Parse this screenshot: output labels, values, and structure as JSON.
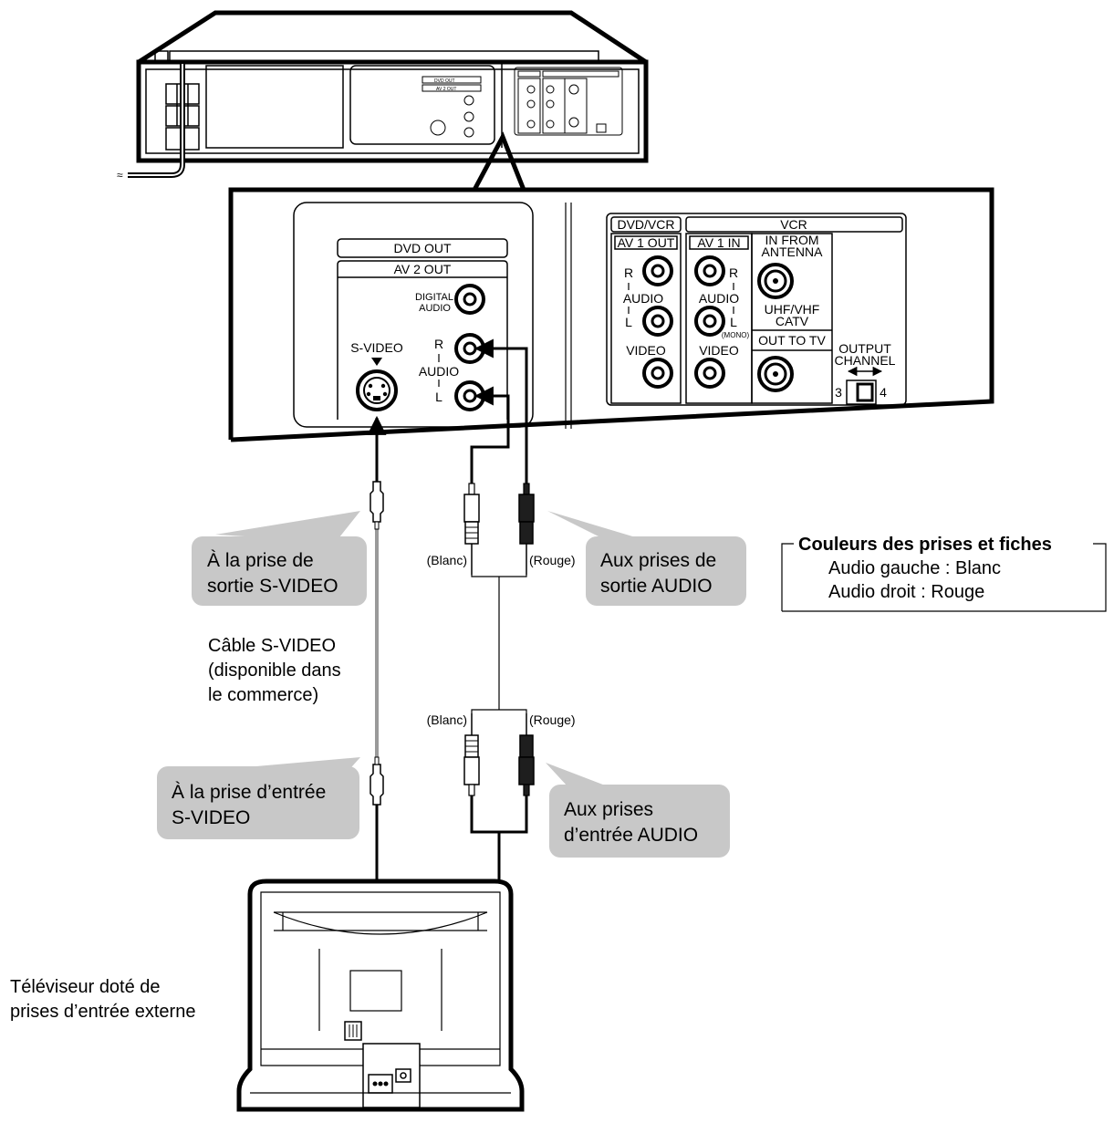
{
  "panel": {
    "dvd_out": "DVD OUT",
    "av2_out": "AV 2 OUT",
    "digital": "DIGITAL",
    "audio_word": "AUDIO",
    "s_video": "S-VIDEO",
    "r": "R",
    "l": "L",
    "dvd_vcr": "DVD/VCR",
    "vcr": "VCR",
    "av1_out": "AV 1 OUT",
    "av1_in": "AV 1 IN",
    "in_from": "IN FROM",
    "antenna": "ANTENNA",
    "uhf_vhf": "UHF/VHF",
    "catv": "CATV",
    "out_to_tv": "OUT TO TV",
    "video": "VIDEO",
    "mono": "(MONO)",
    "output": "OUTPUT",
    "channel": "CHANNEL",
    "ch3": "3",
    "ch4": "4"
  },
  "cable": {
    "blanc": "(Blanc)",
    "rouge": "(Rouge)"
  },
  "callouts": {
    "svideo_out": [
      "À la prise de",
      "sortie S-VIDEO"
    ],
    "audio_out": [
      "Aux prises de",
      "sortie AUDIO"
    ],
    "svideo_in": [
      "À la prise d’entrée",
      "S-VIDEO"
    ],
    "audio_in": [
      "Aux prises",
      "d’entrée AUDIO"
    ]
  },
  "captions": {
    "svideo_cable": [
      "Câble S-VIDEO",
      "(disponible dans",
      "le commerce)"
    ],
    "tv": [
      "Téléviseur doté de",
      "prises d’entrée externe"
    ]
  },
  "legend": {
    "title": "Couleurs des prises et fiches",
    "left": "Audio gauche : Blanc",
    "right": "Audio droit : Rouge"
  },
  "colors": {
    "callout_bg": "#c8c8c8",
    "red_plug": "#1e1e1e",
    "white_plug": "#ffffff"
  }
}
